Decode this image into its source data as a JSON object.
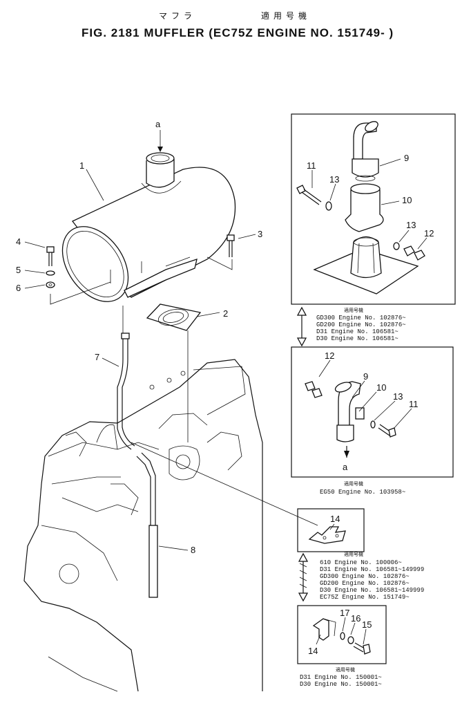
{
  "header": {
    "jp_part_name": "マフラ",
    "jp_applicable": "適用号機",
    "title": "FIG. 2181  MUFFLER (EC75Z ENGINE NO. 151749- )"
  },
  "callouts": {
    "c1": "1",
    "c2": "2",
    "c3": "3",
    "c4": "4",
    "c5": "5",
    "c6": "6",
    "c7": "7",
    "c8": "8",
    "a_main": "a",
    "box1_9": "9",
    "box1_10": "10",
    "box1_11": "11",
    "box1_12": "12",
    "box1_13a": "13",
    "box1_13b": "13",
    "box2_9": "9",
    "box2_10": "10",
    "box2_11": "11",
    "box2_12": "12",
    "box2_13": "13",
    "box2_a": "a",
    "box3_14": "14",
    "box4_14": "14",
    "box4_15": "15",
    "box4_16": "16",
    "box4_17": "17"
  },
  "applicability": {
    "header_jp": "適用号機",
    "group1": [
      "GD300  Engine  No. 102876~",
      "GD200  Engine  No. 102876~",
      "D31    Engine  No. 106581~",
      "D30    Engine  No. 106581~"
    ],
    "group2": [
      "EG50  Engine  No. 103958~"
    ],
    "group3": [
      "610    Engine  No. 100006~",
      "D31    Engine  No. 106581~149999",
      "GD300  Engine  No. 102876~",
      "GD200  Engine  No. 102876~",
      "D30    Engine  No. 106581~149999",
      "EC75Z  Engine  No. 151749~"
    ],
    "group4": [
      "D31  Engine  No. 150001~",
      "D30  Engine  No. 150001~"
    ]
  }
}
